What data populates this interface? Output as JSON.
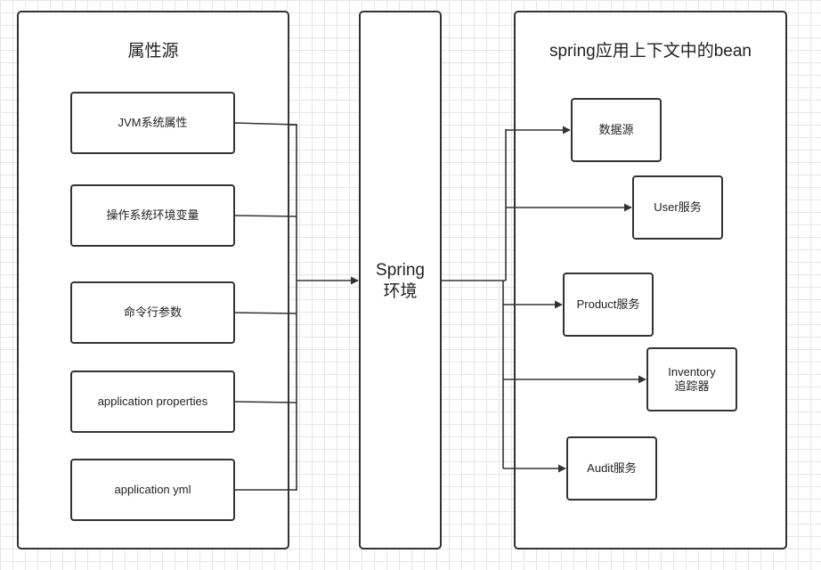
{
  "sources_panel": {
    "title": "属性源"
  },
  "environment_panel": {
    "line1": "Spring",
    "line2": "环境"
  },
  "beans_panel": {
    "title": "spring应用上下文中的bean"
  },
  "sources": [
    {
      "label": "JVM系统属性"
    },
    {
      "label": "操作系统环境变量"
    },
    {
      "label": "命令行参数"
    },
    {
      "label": "application properties"
    },
    {
      "label": "application yml"
    }
  ],
  "beans": [
    {
      "label": "数据源"
    },
    {
      "label": "User服务"
    },
    {
      "label": "Product服务"
    },
    {
      "label": "Inventory",
      "label2": "追踪器"
    },
    {
      "label": "Audit服务"
    }
  ],
  "colors": {
    "stroke": "#333333",
    "grid": "#e6e6e6",
    "background": "#ffffff"
  }
}
